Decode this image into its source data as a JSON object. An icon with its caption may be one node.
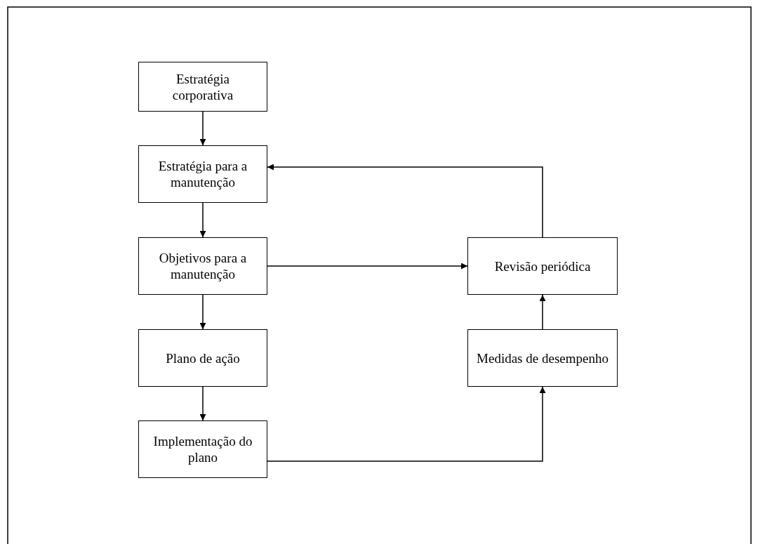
{
  "diagram": {
    "nodes": [
      {
        "text": [
          "Estratégia corporativa"
        ]
      },
      {
        "text": [
          "Estratégia para a manutenção"
        ]
      },
      {
        "text": [
          "Objetivos para a manutenção"
        ]
      },
      {
        "text": [
          "Plano de ação"
        ]
      },
      {
        "text": [
          "Implementação do plano"
        ]
      },
      {
        "text": [
          "Revisão periódica"
        ]
      },
      {
        "text": [
          "Medidas de desempenho"
        ]
      }
    ],
    "edges": [
      {
        "from": 0,
        "to": 1,
        "arrow": "to"
      },
      {
        "from": 1,
        "to": 2,
        "arrow": "to"
      },
      {
        "from": 2,
        "to": 3,
        "arrow": "to"
      },
      {
        "from": 3,
        "to": 4,
        "arrow": "to"
      },
      {
        "from": 2,
        "to": 5,
        "arrow": "to"
      },
      {
        "from": 4,
        "to": 6,
        "arrow": "to"
      },
      {
        "from": 6,
        "to": 5,
        "arrow": "to"
      },
      {
        "from": 5,
        "to": 1,
        "arrow": "to"
      }
    ]
  }
}
